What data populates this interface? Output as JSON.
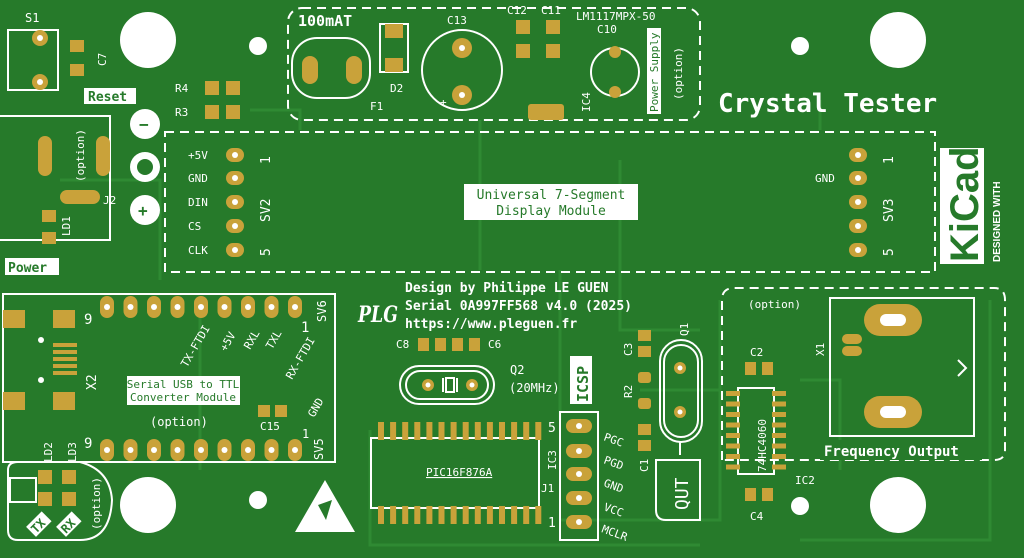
{
  "colors": {
    "board": "#267a2a",
    "pad": "#c9a23a",
    "silk": "#ffffff"
  },
  "title": "Crystal Tester",
  "kicad": {
    "logo": "KiCad",
    "tag": "DESIGNED WITH"
  },
  "power_supply": {
    "fuse_rating": "100mAT",
    "refs": {
      "c13": "C13",
      "c12": "C12",
      "c11": "C11",
      "c10": "C10",
      "d2": "D2",
      "f1": "F1",
      "ic4": "IC4"
    },
    "regulator": "LM1117MPX-50",
    "label": "Power Supply",
    "option": "(option)",
    "plus": "+"
  },
  "left": {
    "s1": "S1",
    "c7": "C7",
    "reset": "Reset",
    "r4": "R4",
    "r3": "R3",
    "option": "(option)",
    "j2": "J2",
    "ld1": "LD1",
    "power": "Power",
    "minus": "−",
    "plus": "+"
  },
  "display": {
    "title_line1": "Universal 7-Segment",
    "title_line2": "Display Module",
    "sv2": "SV2",
    "sv3": "SV3",
    "pin1": "1",
    "pin5": "5",
    "sv2_labels": [
      "+5V",
      "GND",
      "DIN",
      "CS",
      "CLK"
    ],
    "sv3_gnd": "GND"
  },
  "serial": {
    "title_line1": "Serial USB to TTL",
    "title_line2": "Converter Module",
    "option": "(option)",
    "x2": "X2",
    "sv6": "SV6",
    "sv5": "SV5",
    "c15": "C15",
    "pin9": "9",
    "pin1": "1",
    "labels": [
      "TX-FTDI",
      "+5V",
      "RXL",
      "TXL",
      "RX-FTDI"
    ],
    "gnd": "GND",
    "ld2": "LD2",
    "ld3": "LD3",
    "tx": "TX",
    "rx": "RX",
    "led_option": "(option)"
  },
  "credits": {
    "line1": "Design by Philippe LE GUEN",
    "line2": "Serial 0A997FF568 v4.0 (2025)",
    "line3": "https://www.pleguen.fr",
    "logo": "PLG"
  },
  "mcu": {
    "c8": "C8",
    "c6": "C6",
    "q2": "Q2",
    "q2_freq": "(20MHz)",
    "ic3": "IC3",
    "part": "PIC16F876A",
    "icsp": "ICSP",
    "j1": "J1",
    "pin5": "5",
    "pin1": "1",
    "icsp_pins": [
      "PGC",
      "PGD",
      "GND",
      "VCC",
      "MCLR"
    ]
  },
  "oscillator": {
    "c3": "C3",
    "r2": "R2",
    "c1": "C1",
    "q1": "Q1",
    "qut": "QUT",
    "ic2": "IC2",
    "ic2_part": "74HC4060",
    "c2": "C2",
    "c4": "C4"
  },
  "output": {
    "option": "(option)",
    "x1": "X1",
    "label": "Frequency Output"
  }
}
